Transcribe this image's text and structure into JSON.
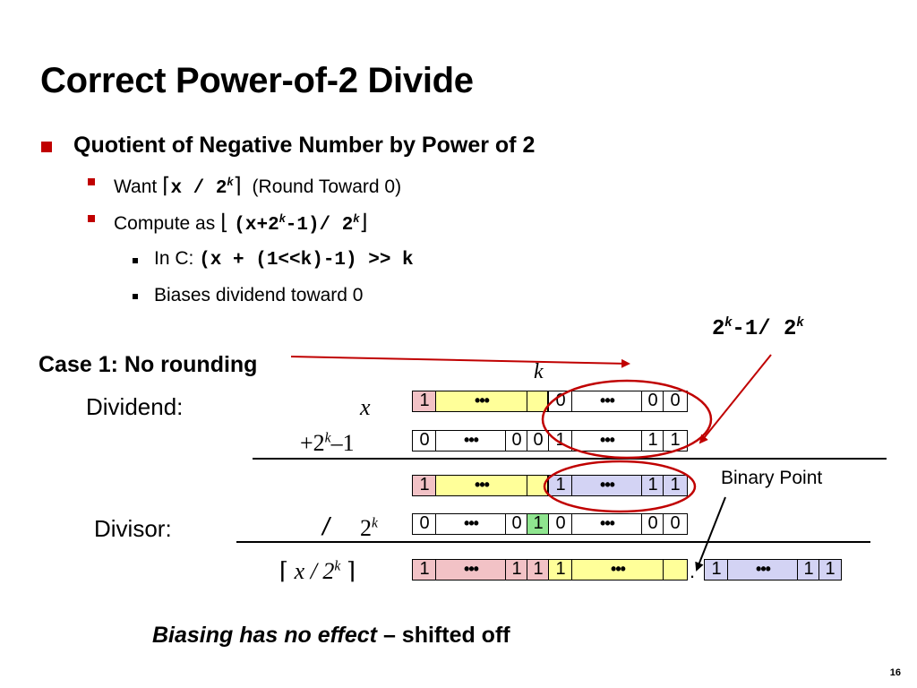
{
  "slide": {
    "title": "Correct Power-of-2 Divide",
    "page_number": "16"
  },
  "bullets": {
    "level1": "Quotient of Negative Number by Power of 2",
    "want_label": "Want",
    "want_expr": "x / 2",
    "want_exp": "k",
    "want_note": "(Round Toward 0)",
    "compute_label": "Compute as",
    "compute_expr_a": "(x+2",
    "compute_exp_a": "k",
    "compute_expr_b": "-1)/ 2",
    "compute_exp_b": "k",
    "in_c_label": "In C:",
    "in_c_code": "(x + (1<<k)-1) >> k",
    "biases_text": "Biases dividend toward 0"
  },
  "annotations": {
    "case_label": "Case 1: No rounding",
    "k_label": "k",
    "bias_label_a": "2",
    "bias_label_exp_a": "k",
    "bias_label_b": "-1/ 2",
    "bias_label_exp_b": "k",
    "binary_point_label": "Binary Point"
  },
  "rows": {
    "dividend_label": "Dividend:",
    "dividend_var": "x",
    "bias_prefix": "+2",
    "bias_exp": "k",
    "bias_suffix": "–1",
    "divisor_label": "Divisor:",
    "divisor_op": "/",
    "divisor_base": "2",
    "divisor_exp": "k",
    "result_open": "⌈",
    "result_expr": "x / 2",
    "result_exp": "k",
    "result_close": "⌉"
  },
  "bits": {
    "r1": [
      "1",
      "•••",
      "0",
      "•••",
      "0",
      "0"
    ],
    "r2": [
      "0",
      "•••",
      "0",
      "0",
      "1",
      "•••",
      "1",
      "1"
    ],
    "r3": [
      "1",
      "•••",
      "1",
      "•••",
      "1",
      "1"
    ],
    "r4": [
      "0",
      "•••",
      "0",
      "1",
      "0",
      "•••",
      "0",
      "0"
    ],
    "r5": [
      "1",
      "•••",
      "1",
      "1",
      "1",
      "•••",
      "1",
      "•••",
      "1",
      "1"
    ],
    "binary_point": "."
  },
  "colors": {
    "bullet_red": "#c00000",
    "sign_pink": "#f2c2c6",
    "high_yellow": "#ffff99",
    "low_lavender": "#d3d3f4",
    "bit_green": "#8fe58f",
    "annotation_red": "#c00000"
  }
}
